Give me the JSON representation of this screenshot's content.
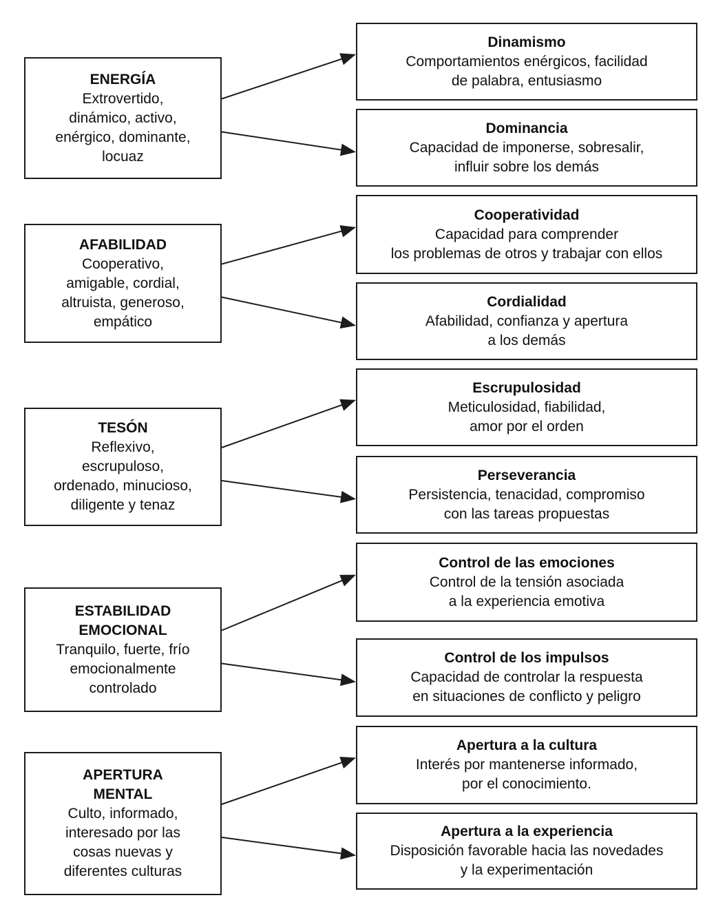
{
  "colors": {
    "background": "#ffffff",
    "box_border": "#1c1c1c",
    "text": "#111111",
    "arrow": "#1c1c1c"
  },
  "groups": [
    {
      "factor": {
        "title": "ENERGÍA",
        "description": "Extrovertido,\ndinámico, activo,\nenérgico, dominante,\nlocuaz"
      },
      "subdimensions": [
        {
          "title": "Dinamismo",
          "description": "Comportamientos enérgicos, facilidad\nde palabra, entusiasmo"
        },
        {
          "title": "Dominancia",
          "description": "Capacidad de imponerse, sobresalir,\ninfluir sobre los demás"
        }
      ]
    },
    {
      "factor": {
        "title": "AFABILIDAD",
        "description": "Cooperativo,\namigable, cordial,\naltruista, generoso,\nempático"
      },
      "subdimensions": [
        {
          "title": "Cooperatividad",
          "description": "Capacidad para comprender\nlos problemas de otros y trabajar con ellos"
        },
        {
          "title": "Cordialidad",
          "description": "Afabilidad, confianza y apertura\na los demás"
        }
      ]
    },
    {
      "factor": {
        "title": "TESÓN",
        "description": "Reflexivo,\nescrupuloso,\nordenado, minucioso,\ndiligente y tenaz"
      },
      "subdimensions": [
        {
          "title": "Escrupulosidad",
          "description": "Meticulosidad, fiabilidad,\namor por el orden"
        },
        {
          "title": "Perseverancia",
          "description": "Persistencia, tenacidad, compromiso\ncon las tareas propuestas"
        }
      ]
    },
    {
      "factor": {
        "title": "ESTABILIDAD\nEMOCIONAL",
        "description": "Tranquilo, fuerte, frío\nemocionalmente\ncontrolado"
      },
      "subdimensions": [
        {
          "title": "Control de las emociones",
          "description": "Control de la tensión asociada\na la experiencia emotiva"
        },
        {
          "title": "Control de los impulsos",
          "description": "Capacidad de controlar la respuesta\nen situaciones de conflicto y peligro"
        }
      ]
    },
    {
      "factor": {
        "title": "APERTURA\nMENTAL",
        "description": "Culto, informado,\ninteresado por las\ncosas nuevas y\ndiferentes culturas"
      },
      "subdimensions": [
        {
          "title": "Apertura a la cultura",
          "description": "Interés por mantenerse informado,\npor el conocimiento."
        },
        {
          "title": "Apertura a la experiencia",
          "description": "Disposición favorable hacia las novedades\ny la experimentación"
        }
      ]
    }
  ]
}
